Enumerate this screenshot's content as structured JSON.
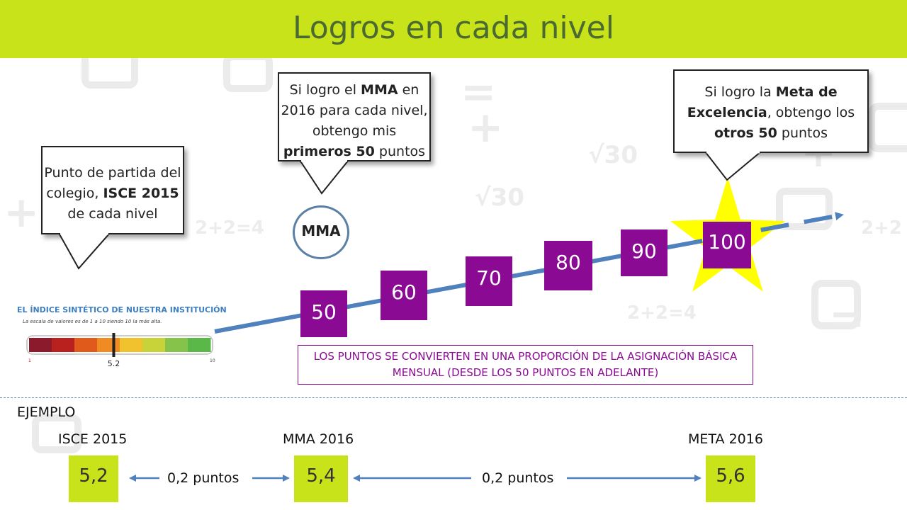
{
  "header": {
    "title": "Logros en cada nivel"
  },
  "callouts": {
    "start": {
      "pre": "Punto de partida del colegio, ",
      "bold1": "ISCE 2015",
      "post": " de cada nivel"
    },
    "mma": {
      "pre": "Si logro el ",
      "bold1": "MMA",
      "mid": " en 2016 para cada nivel, obtengo mis ",
      "bold2": "primeros 50",
      "post": " puntos"
    },
    "meta": {
      "pre": "Si logro la ",
      "bold1": "Meta de Excelencia",
      "mid": ", obtengo los ",
      "bold2": "otros 50",
      "post": " puntos"
    }
  },
  "mma_circle_label": "MMA",
  "steps": [
    "50",
    "60",
    "70",
    "80",
    "90",
    "100"
  ],
  "note": "LOS PUNTOS SE CONVIERTEN EN UNA PROPORCIÓN DE LA ASIGNACIÓN BÁSICA MENSUAL (DESDE LOS 50 PUNTOS EN ADELANTE)",
  "isce_panel": {
    "title": "EL ÍNDICE SINTÉTICO DE NUESTRA INSTITUCIÓN",
    "subtitle": "La escala de valores es de 1 a 10 siendo 10 la más alta.",
    "scale_min": "1",
    "scale_max": "10",
    "value": "5.2",
    "value_num": 5.2,
    "segment_colors": [
      "#8a1a2c",
      "#b9211f",
      "#e05a1c",
      "#f08a22",
      "#f2c12e",
      "#c8d33a",
      "#86c34a",
      "#59b848"
    ]
  },
  "example": {
    "heading": "EJEMPLO",
    "isce_label": "ISCE 2015",
    "isce_value": "5,2",
    "mma_label": "MMA 2016",
    "mma_value": "5,4",
    "meta_label": "META 2016",
    "meta_value": "5,6",
    "diff1": "0,2 puntos",
    "diff2": "0,2 puntos"
  },
  "colors": {
    "header": "#c9e31a",
    "step": "#8b0a94",
    "arrow": "#4f81bd",
    "star": "#ffff00",
    "example_box": "#c9e31a"
  }
}
